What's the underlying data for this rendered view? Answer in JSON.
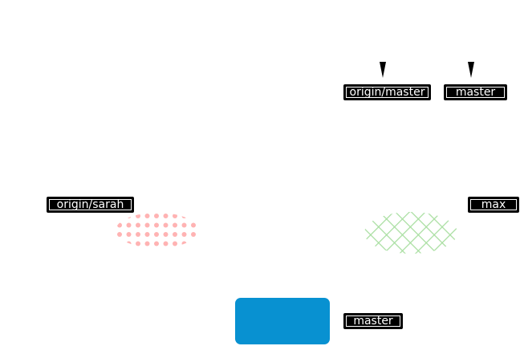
{
  "labels": {
    "top_left": "origin/master",
    "top_right": "master",
    "mid_left": "origin/sarah",
    "mid_right": "max",
    "bottom": "master"
  },
  "colors": {
    "pink_dots": "#ffb3b3",
    "green_hatch": "#a8dea0",
    "commit_blue": "#0891d1",
    "tag_bg": "#000000",
    "tag_text": "#ffffff"
  }
}
